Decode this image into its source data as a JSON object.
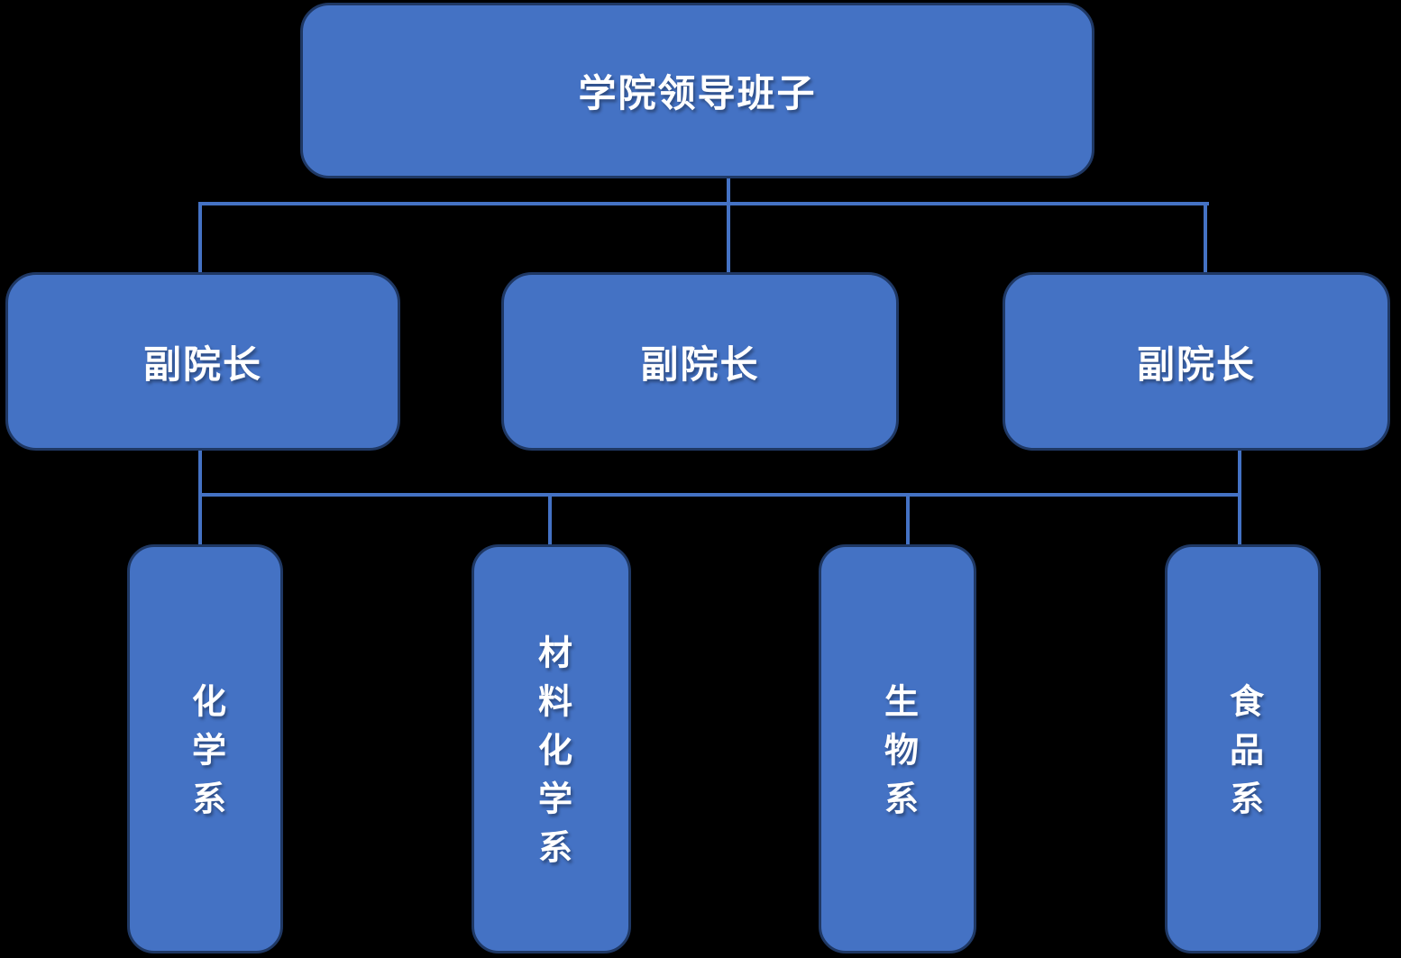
{
  "colors": {
    "background": "#000000",
    "box_fill": "#4472C4",
    "box_border": "#1F3864",
    "connector": "#4472C4",
    "text": "#FFFFFF"
  },
  "org_chart": {
    "root": {
      "label": "学院领导班子"
    },
    "vice_deans": [
      {
        "label": "副院长"
      },
      {
        "label": "副院长"
      },
      {
        "label": "副院长"
      }
    ],
    "departments": [
      {
        "label": "化学系"
      },
      {
        "label": "材料化学系"
      },
      {
        "label": "生物系"
      },
      {
        "label": "食品系"
      }
    ]
  }
}
